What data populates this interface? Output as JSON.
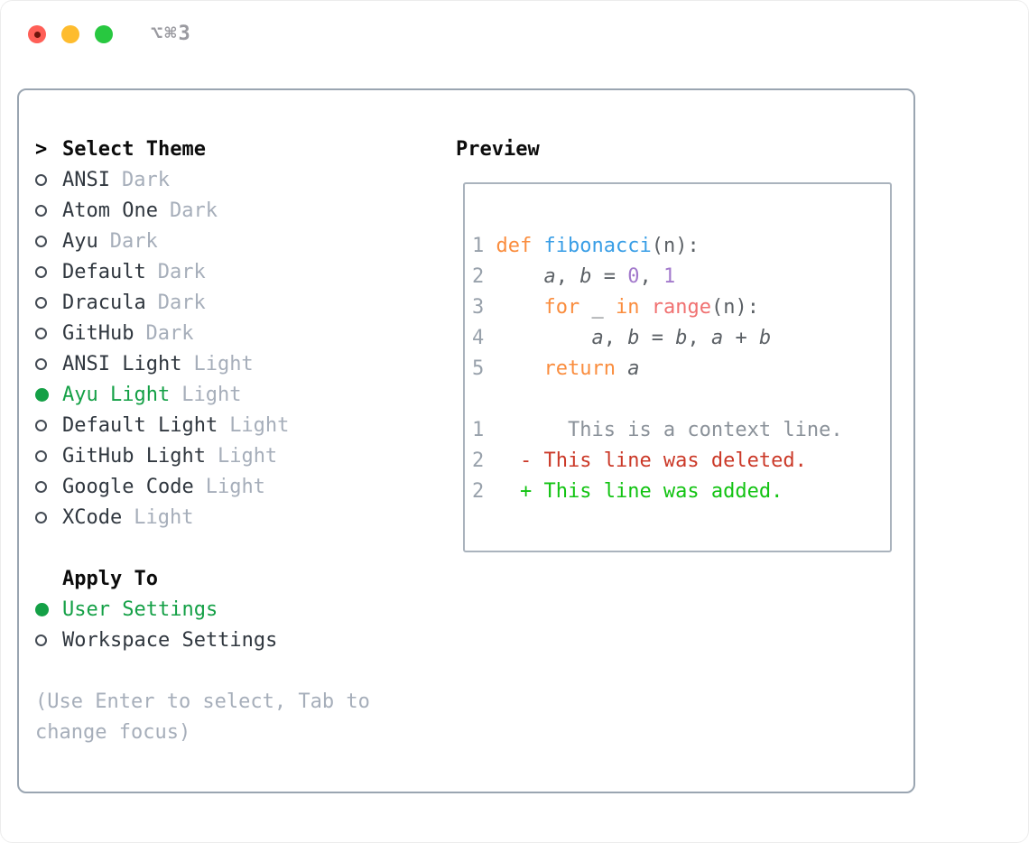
{
  "window": {
    "shortcut": "⌥⌘3",
    "traffic_lights": [
      "close",
      "minimize",
      "zoom"
    ]
  },
  "colors": {
    "tl_red": "#ff5f57",
    "tl_yellow": "#febc2e",
    "tl_green": "#28c840",
    "accent_green": "#14a046",
    "text": "#30373f",
    "muted": "#a6aeba",
    "panel_border": "#9aa5b1",
    "box_border": "#aab3bd",
    "gutter": "#98a1ab",
    "code": "#5c6166",
    "kw": "#fa8d3e",
    "fn": "#399ee6",
    "call": "#f07171",
    "num": "#a37acc",
    "context": "#8a9199",
    "diff_red": "#cb3928",
    "diff_green": "#12c312"
  },
  "theme_picker": {
    "title": "Select Theme",
    "title_prefix": ">",
    "items": [
      {
        "name": "ANSI",
        "variant": "Dark",
        "selected": false
      },
      {
        "name": "Atom One",
        "variant": "Dark",
        "selected": false
      },
      {
        "name": "Ayu",
        "variant": "Dark",
        "selected": false
      },
      {
        "name": "Default",
        "variant": "Dark",
        "selected": false
      },
      {
        "name": "Dracula",
        "variant": "Dark",
        "selected": false
      },
      {
        "name": "GitHub",
        "variant": "Dark",
        "selected": false
      },
      {
        "name": "ANSI Light",
        "variant": "Light",
        "selected": false
      },
      {
        "name": "Ayu Light",
        "variant": "Light",
        "selected": true
      },
      {
        "name": "Default Light",
        "variant": "Light",
        "selected": false
      },
      {
        "name": "GitHub Light",
        "variant": "Light",
        "selected": false
      },
      {
        "name": "Google Code",
        "variant": "Light",
        "selected": false
      },
      {
        "name": "XCode",
        "variant": "Light",
        "selected": false
      }
    ],
    "apply_to": {
      "title": "Apply To",
      "options": [
        {
          "name": "User Settings",
          "selected": true
        },
        {
          "name": "Workspace Settings",
          "selected": false
        }
      ]
    },
    "hint_lines": [
      "(Use Enter to select, Tab to",
      "change focus)"
    ]
  },
  "preview": {
    "title": "Preview",
    "code_lines": [
      {
        "n": "1",
        "seg": [
          [
            "def",
            "kw"
          ],
          [
            " ",
            "pl"
          ],
          [
            "fibonacci",
            "fn"
          ],
          [
            "(n):",
            "pl"
          ]
        ]
      },
      {
        "n": "2",
        "seg": [
          [
            "    ",
            "pl"
          ],
          [
            "a",
            "var"
          ],
          [
            ", ",
            "pl"
          ],
          [
            "b",
            "var"
          ],
          [
            " = ",
            "pl"
          ],
          [
            "0",
            "num"
          ],
          [
            ", ",
            "pl"
          ],
          [
            "1",
            "num"
          ]
        ]
      },
      {
        "n": "3",
        "seg": [
          [
            "    ",
            "pl"
          ],
          [
            "for",
            "kw"
          ],
          [
            " _ ",
            "pl"
          ],
          [
            "in",
            "kw"
          ],
          [
            " ",
            "pl"
          ],
          [
            "range",
            "call"
          ],
          [
            "(n):",
            "pl"
          ]
        ]
      },
      {
        "n": "4",
        "seg": [
          [
            "        ",
            "pl"
          ],
          [
            "a",
            "var"
          ],
          [
            ", ",
            "pl"
          ],
          [
            "b",
            "var"
          ],
          [
            " = ",
            "pl"
          ],
          [
            "b",
            "var"
          ],
          [
            ", ",
            "pl"
          ],
          [
            "a",
            "var"
          ],
          [
            " + ",
            "pl"
          ],
          [
            "b",
            "var"
          ]
        ]
      },
      {
        "n": "5",
        "seg": [
          [
            "    ",
            "pl"
          ],
          [
            "return",
            "kw"
          ],
          [
            " ",
            "pl"
          ],
          [
            "a",
            "var"
          ]
        ]
      }
    ],
    "diff_lines": [
      {
        "n": "1",
        "seg": [
          [
            "      This is a context line.",
            "ctx"
          ]
        ]
      },
      {
        "n": "2",
        "seg": [
          [
            "  - This line was deleted.",
            "del"
          ]
        ]
      },
      {
        "n": "2",
        "seg": [
          [
            "  + This line was added.",
            "add"
          ]
        ]
      }
    ]
  }
}
